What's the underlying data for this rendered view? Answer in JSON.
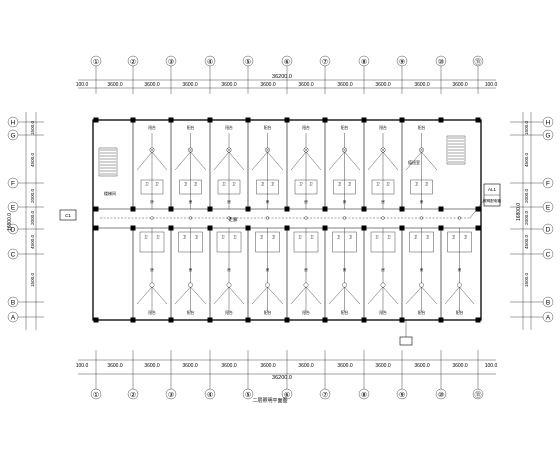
{
  "plan": {
    "top_axis_labels": [
      "①",
      "②",
      "③",
      "④",
      "⑤",
      "⑥",
      "⑦",
      "⑧",
      "⑨",
      "⑩",
      "⑪"
    ],
    "bottom_axis_labels": [
      "①",
      "②",
      "③",
      "④",
      "⑤",
      "⑥",
      "⑦",
      "⑧",
      "⑨",
      "⑩",
      "⑪"
    ],
    "left_axis_labels": [
      "H",
      "G",
      "F",
      "E",
      "D",
      "C",
      "B",
      "A"
    ],
    "right_axis_labels": [
      "H",
      "G",
      "F",
      "E",
      "D",
      "C",
      "B",
      "A"
    ],
    "top_total": "36200.0",
    "bottom_total": "36200.0",
    "top_bay_dims": [
      "100.0",
      "3600.0",
      "3600.0",
      "3600.0",
      "3600.0",
      "3600.0",
      "3600.0",
      "3600.0",
      "3600.0",
      "3600.0",
      "3600.0",
      "100.0"
    ],
    "bottom_bay_dims": [
      "100.0",
      "3600.0",
      "3600.0",
      "3600.0",
      "3600.0",
      "3600.0",
      "3600.0",
      "3600.0",
      "3600.0",
      "3600.0",
      "3600.0",
      "100.0"
    ],
    "left_dims": [
      "1500.0",
      "4500.0",
      "2000.0",
      "2000.0",
      "4500.0",
      "1500.0"
    ],
    "left_total": "16800.0",
    "right_dims": [
      "1500.0",
      "4500.0",
      "2000.0",
      "2000.0",
      "4500.0",
      "1500.0"
    ],
    "right_total": "16800.0",
    "room_labels": {
      "balcony": "阳台",
      "bathroom": "卫",
      "room": "房",
      "corridor": "走廊",
      "stair_room": "楼梯间",
      "duty_room": "值班室",
      "meter_box": "AL1",
      "meter_box_note": "照明配电箱",
      "entry_tag": "C1",
      "caption": "二层照明平面图"
    }
  }
}
